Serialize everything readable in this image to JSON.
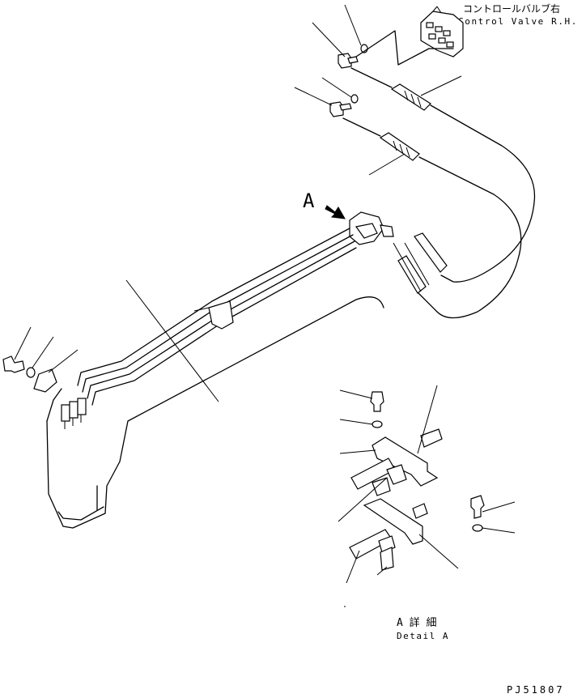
{
  "labels": {
    "control_valve_jp": "コントロールバルブ右",
    "control_valve_en": "Control Valve R.H.",
    "view_marker": "A",
    "detail_jp": "A 詳 細",
    "detail_en": "Detail A",
    "drawing_number": "PJ51807"
  }
}
